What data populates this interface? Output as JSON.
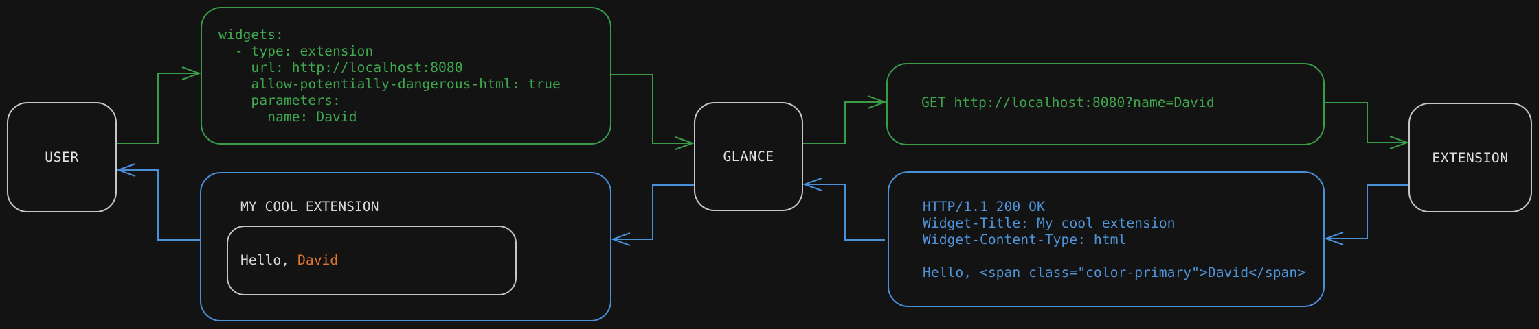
{
  "canvas": {
    "background": "#131314"
  },
  "colors": {
    "green": "#3a9c49",
    "blue": "#4a90d9",
    "orange": "#e2762d",
    "light_text": "#d9d9d9",
    "node_border": "#c6c6c6"
  },
  "nodes": {
    "user": {
      "label": "USER"
    },
    "glance": {
      "label": "GLANCE"
    },
    "extension": {
      "label": "EXTENSION"
    }
  },
  "config_box": {
    "lines": [
      "widgets:",
      "  - type: extension",
      "    url: http://localhost:8080",
      "    allow-potentially-dangerous-html: true",
      "    parameters:",
      "      name: David"
    ]
  },
  "request_box": {
    "text": "GET http://localhost:8080?name=David"
  },
  "response_box": {
    "lines": [
      "HTTP/1.1 200 OK",
      "Widget-Title: My cool extension",
      "Widget-Content-Type: html",
      "",
      "Hello, <span class=\"color-primary\">David</span>"
    ]
  },
  "widget_box": {
    "title": "MY COOL EXTENSION",
    "greeting_prefix": "Hello, ",
    "greeting_name": "David"
  }
}
